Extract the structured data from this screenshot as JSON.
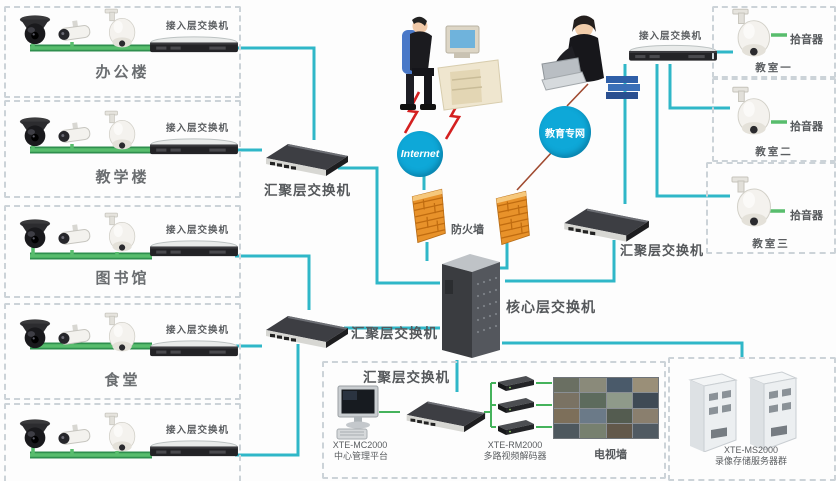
{
  "buildings": [
    {
      "switch_label": "接入层交换机",
      "name": "办公楼"
    },
    {
      "switch_label": "接入层交换机",
      "name": "教学楼"
    },
    {
      "switch_label": "接入层交换机",
      "name": "图书馆"
    },
    {
      "switch_label": "接入层交换机",
      "name": "食堂"
    },
    {
      "switch_label": "接入层交换机",
      "name": ""
    }
  ],
  "aggregation": {
    "left_top_label": "汇聚层交换机",
    "left_bottom_label": "汇聚层交换机",
    "right_label": "汇聚层交换机"
  },
  "core": {
    "label": "核心层交换机"
  },
  "firewall": {
    "label": "防火墙"
  },
  "clouds": {
    "internet_label": "Internet",
    "education_label": "教育专网"
  },
  "classroom_area": {
    "switch_label": "接入层交换机",
    "rooms": [
      {
        "name": "教室一",
        "pickup_label": "拾音器"
      },
      {
        "name": "教室二",
        "pickup_label": "拾音器"
      },
      {
        "name": "教室三",
        "pickup_label": "拾音器"
      }
    ]
  },
  "control_center": {
    "switch_label": "汇聚层交换机",
    "platform_model": "XTE-MC2000",
    "platform_name": "中心管理平台",
    "decoder_model": "XTE-RM2000",
    "decoder_name": "多路视频解码器",
    "tv_wall_label": "电视墙"
  },
  "storage": {
    "model": "XTE-MS2000",
    "name": "录像存储服务器群"
  },
  "colors": {
    "link_line": "#2fb7c8",
    "camera_cable": "#58bd6d",
    "cloud_fill": "#0ea8d8",
    "firewall_fill": "#e8922a"
  }
}
